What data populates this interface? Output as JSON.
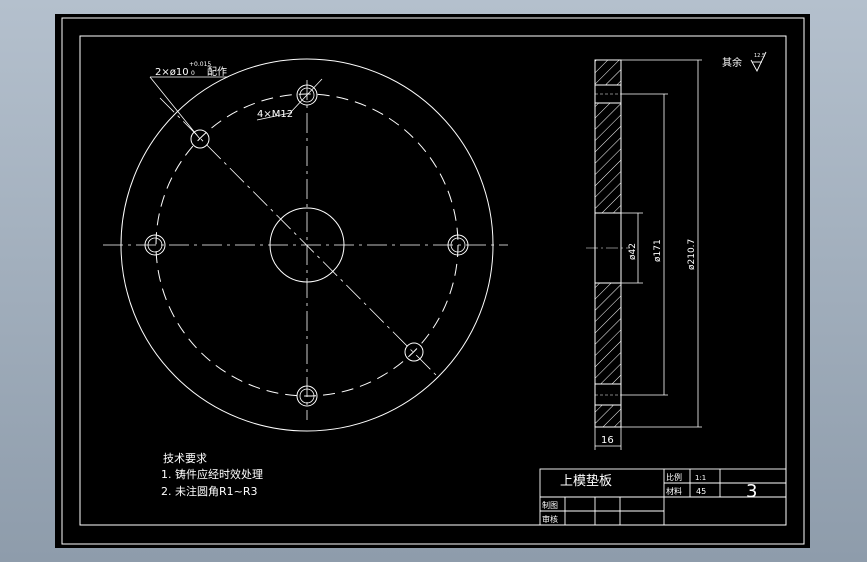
{
  "colors": {
    "background": "#9aa7b5",
    "paper": "#000000",
    "line": "#ffffff"
  },
  "surface_finish": {
    "label": "其余",
    "value": "12.5"
  },
  "callouts": {
    "pin_holes": "2×ø10",
    "pin_tolerance_upper": "+0.015",
    "pin_tolerance_lower": "0",
    "pin_note": "配作",
    "threaded_holes": "4×M12"
  },
  "dimensions": {
    "bore": "ø42",
    "bolt_circle": "ø171",
    "outer": "ø210.7",
    "thickness": "16"
  },
  "notes": {
    "heading": "技术要求",
    "line1": "1. 铸件应经时效处理",
    "line2": "2. 未注圆角R1~R3"
  },
  "title_block": {
    "part_name": "上模垫板",
    "scale_label": "比例",
    "scale_value": "1:1",
    "material_label": "材料",
    "material_value": "45",
    "drawing_no": "3",
    "drawn_by": "制图",
    "checked_by": "审核"
  }
}
